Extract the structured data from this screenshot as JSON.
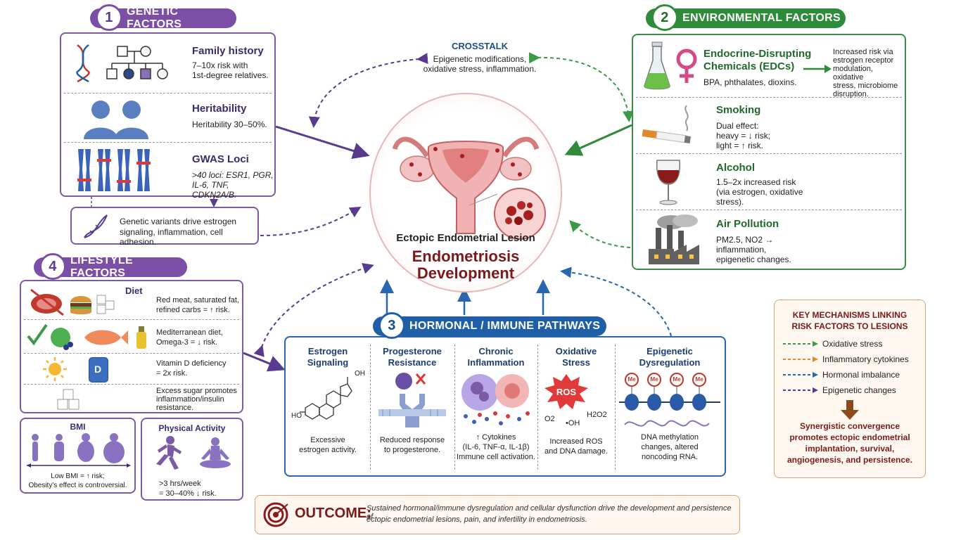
{
  "crosstalk": {
    "title": "CROSSTALK",
    "line1": "Epigenetic modifications,",
    "line2": "oxidative stress, inflammation."
  },
  "genetic": {
    "num": "1",
    "title": "GENETIC FACTORS",
    "family_title": "Family history",
    "family_l1": "7–10x risk with",
    "family_l2": "1st-degree relatives.",
    "herit_title": "Heritability",
    "herit_text": "Heritability 30–50%.",
    "gwas_title": "GWAS Loci",
    "gwas_l1": ">40 loci: ESR1, PGR,",
    "gwas_l2": "IL-6, TNF, CDKN2A/B.",
    "variants_l1": "Genetic variants drive estrogen",
    "variants_l2": "signaling, inflammation, cell adhesion."
  },
  "environmental": {
    "num": "2",
    "title": "ENVIRONMENTAL FACTORS",
    "edc_title_l1": "Endocrine-Disrupting",
    "edc_title_l2": "Chemicals (EDCs)",
    "edc_text": "BPA, phthalates, dioxins.",
    "edc_effect_l1": "Increased risk via",
    "edc_effect_l2": "estrogen receptor",
    "edc_effect_l3": "modulation, oxidative",
    "edc_effect_l4": "stress, microbiome",
    "edc_effect_l5": "disruption.",
    "smoking_title": "Smoking",
    "smoking_l1": "Dual effect:",
    "smoking_l2": "heavy = ↓ risk;",
    "smoking_l3": "light = ↑ risk.",
    "alcohol_title": "Alcohol",
    "alcohol_l1": "1.5–2x increased risk",
    "alcohol_l2": "(via estrogen, oxidative",
    "alcohol_l3": "stress).",
    "air_title": "Air Pollution",
    "air_l1": "PM2.5, NO2 →",
    "air_l2": "inflammation,",
    "air_l3": "epigenetic changes."
  },
  "center": {
    "lesion_label": "Ectopic Endometrial Lesion",
    "title_l1": "Endometriosis",
    "title_l2": "Development"
  },
  "lifestyle": {
    "num": "4",
    "title": "LIFESTYLE FACTORS",
    "diet_title": "Diet",
    "diet1_l1": "Red meat, saturated fat,",
    "diet1_l2": "refined carbs = ↑ risk.",
    "diet2_l1": "Mediterranean diet,",
    "diet2_l2": "Omega-3 = ↓ risk.",
    "diet3_l1": "Vitamin D deficiency",
    "diet3_l2": "= 2x risk.",
    "diet4_l1": "Excess sugar promotes",
    "diet4_l2": "inflammation/insulin",
    "diet4_l3": "resistance.",
    "vitd_label": "D",
    "bmi_title": "BMI",
    "bmi_l1": "Low BMI = ↑ risk;",
    "bmi_l2": "Obesity's effect is controversial.",
    "pa_title": "Physical Activity",
    "pa_l1": ">3 hrs/week",
    "pa_l2": "= 30–40% ↓ risk."
  },
  "hormonal": {
    "num": "3",
    "title": "HORMONAL / IMMUNE PATHWAYS",
    "columns": [
      {
        "title_l1": "Estrogen",
        "title_l2": "Signaling",
        "text_l1": "Excessive",
        "text_l2": "estrogen activity.",
        "text_l3": ""
      },
      {
        "title_l1": "Progesterone",
        "title_l2": "Resistance",
        "text_l1": "Reduced response",
        "text_l2": "to progesterone.",
        "text_l3": ""
      },
      {
        "title_l1": "Chronic",
        "title_l2": "Inflammation",
        "text_l1": "↑ Cytokines",
        "text_l2": "(IL-6, TNF-α, IL-1β)",
        "text_l3": "Immune cell activation."
      },
      {
        "title_l1": "Oxidative",
        "title_l2": "Stress",
        "text_l1": "Increased ROS",
        "text_l2": "and DNA damage.",
        "text_l3": ""
      },
      {
        "title_l1": "Epigenetic",
        "title_l2": "Dysregulation",
        "text_l1": "DNA methylation",
        "text_l2": "changes, altered",
        "text_l3": "noncoding RNA."
      }
    ],
    "oh_label": "OH",
    "ho_label": "HO",
    "ros_label": "ROS",
    "h2o2_label": "H2O2",
    "o2_label": "O2",
    "oh_rad_label": "•OH",
    "me_label": "Me"
  },
  "key": {
    "title_l1": "KEY MECHANISMS LINKING",
    "title_l2": "RISK FACTORS TO LESIONS",
    "items": [
      {
        "label": "Oxidative stress",
        "color": "#3c9a46"
      },
      {
        "label": "Inflammatory cytokines",
        "color": "#e08a2c"
      },
      {
        "label": "Hormonal imbalance",
        "color": "#2866ad"
      },
      {
        "label": "Epigenetic changes",
        "color": "#5a3a8f"
      }
    ],
    "summary_l1": "Synergistic convergence",
    "summary_l2": "promotes ectopic endometrial",
    "summary_l3": "implantation, survival,",
    "summary_l4": "angiogenesis, and persistence."
  },
  "outcome": {
    "label": "OUTCOME:",
    "text_l1": "Sustained hormonal/immune dysregulation and cellular dysfunction drive the development and persistence of",
    "text_l2": "ectopic endometrial lesions, pain, and infertility in endometriosis."
  },
  "colors": {
    "purple": "#7b4fa6",
    "green": "#2e8b3a",
    "blue": "#1e5fa8",
    "maroon": "#7a1a1a"
  }
}
